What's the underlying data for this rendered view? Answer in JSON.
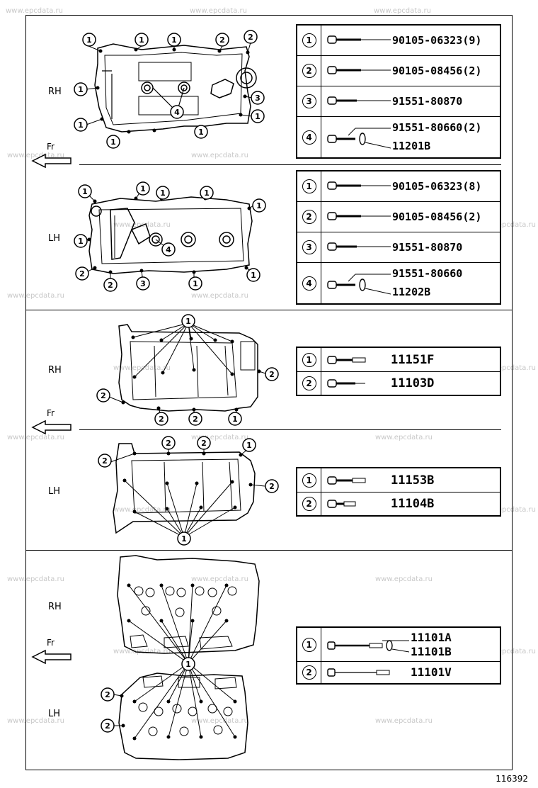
{
  "watermark": "www.epcdata.ru",
  "page_id": "116392",
  "labels": {
    "rh": "RH",
    "lh": "LH",
    "fr": "Fr"
  },
  "callouts": {
    "c1": "1",
    "c2": "2",
    "c3": "3",
    "c4": "4"
  },
  "tables": {
    "cover_rh": [
      {
        "n": "1",
        "part": "90105-06323(9)"
      },
      {
        "n": "2",
        "part": "90105-08456(2)"
      },
      {
        "n": "3",
        "part": "91551-80870"
      },
      {
        "n": "4",
        "part": "91551-80660(2)",
        "part2": "11201B"
      }
    ],
    "cover_lh": [
      {
        "n": "1",
        "part": "90105-06323(8)"
      },
      {
        "n": "2",
        "part": "90105-08456(2)"
      },
      {
        "n": "3",
        "part": "91551-80870"
      },
      {
        "n": "4",
        "part": "91551-80660",
        "part2": "11202B"
      }
    ],
    "cam_rh": [
      {
        "n": "1",
        "part": "11151F"
      },
      {
        "n": "2",
        "part": "11103D"
      }
    ],
    "cam_lh": [
      {
        "n": "1",
        "part": "11153B"
      },
      {
        "n": "2",
        "part": "11104B"
      }
    ],
    "head": [
      {
        "n": "1",
        "part": "11101A",
        "part2": "11101B"
      },
      {
        "n": "2",
        "part": "11101V"
      }
    ]
  }
}
